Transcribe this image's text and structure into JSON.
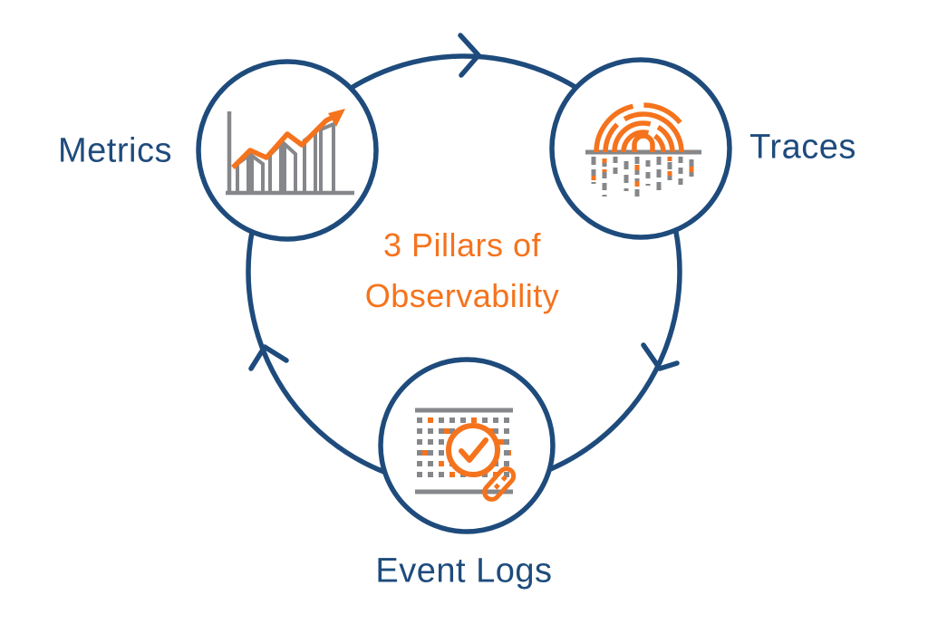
{
  "title": {
    "line1": "3 Pillars of",
    "line2": "Observability"
  },
  "nodes": [
    {
      "id": "metrics",
      "label": "Metrics",
      "icon": "bar-chart-trend-icon"
    },
    {
      "id": "traces",
      "label": "Traces",
      "icon": "fingerprint-trace-icon"
    },
    {
      "id": "event-logs",
      "label": "Event Logs",
      "icon": "log-search-icon"
    }
  ],
  "flow": {
    "direction": "clockwise",
    "arrow_count": 3
  },
  "colors": {
    "navy": "#1e4b7c",
    "orange": "#f5731d",
    "gray": "#85878a",
    "background": "#ffffff"
  }
}
